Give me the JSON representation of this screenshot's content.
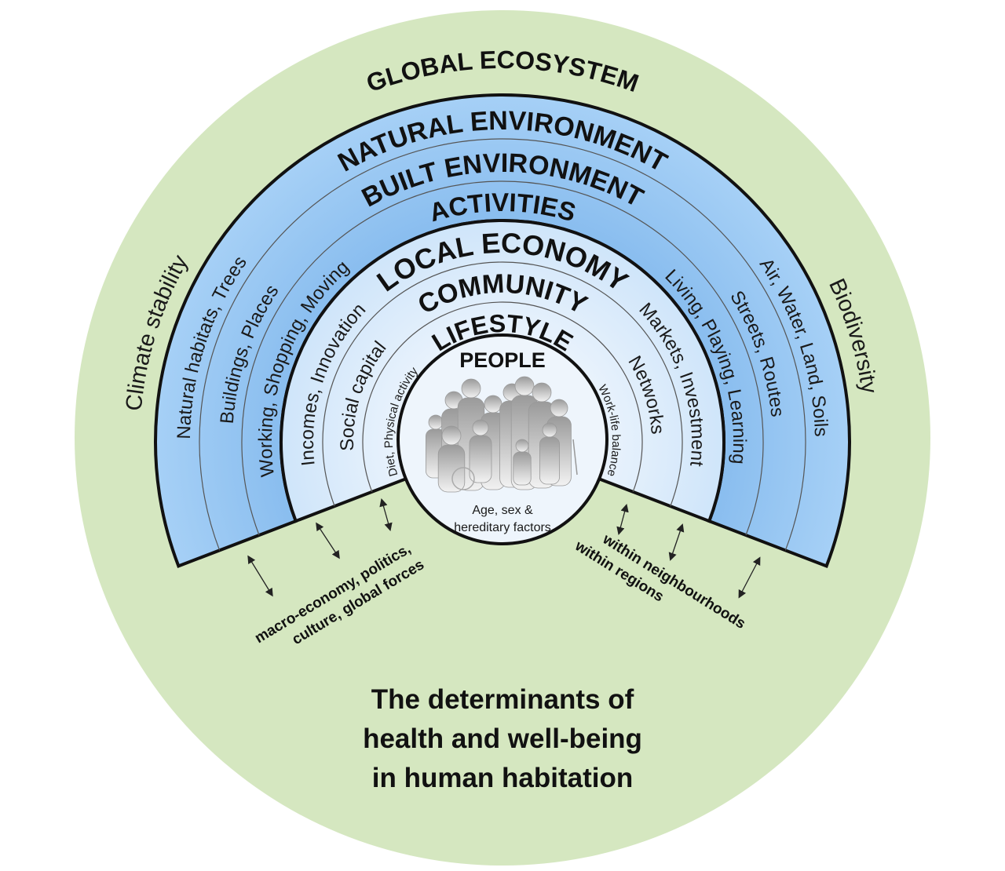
{
  "global_label": "GLOBAL ECOSYSTEM",
  "sides": {
    "left": "Climate stability",
    "right": "Biodiversity"
  },
  "bands": [
    {
      "heading": "NATURAL ENVIRONMENT",
      "left": "Natural habitats, Trees",
      "right": "Air, Water, Land, Soils"
    },
    {
      "heading": "BUILT ENVIRONMENT",
      "left": "Buildings, Places",
      "right": "Streets, Routes"
    },
    {
      "heading": "ACTIVITIES",
      "left": "Working, Shopping, Moving",
      "right": "Living, Playing, Learning"
    },
    {
      "heading": "LOCAL ECONOMY",
      "left": "Incomes, Innovation",
      "right": "Markets, Investment"
    },
    {
      "heading": "COMMUNITY",
      "left": "Social capital",
      "right": "Networks"
    },
    {
      "heading": "LIFESTYLE",
      "left": "Diet, Physical activity",
      "right": "Work-life balance"
    }
  ],
  "people": {
    "heading": "PEOPLE",
    "lines": [
      "Age, sex &",
      "hereditary factors"
    ]
  },
  "scales": {
    "left": [
      "macro-economy, politics,",
      "culture, global forces"
    ],
    "right": [
      "within neighbourhoods",
      "within regions"
    ]
  },
  "title": {
    "lines": [
      "The determinants of",
      "health and well-being",
      "in human habitation"
    ]
  },
  "colors": {
    "ecosystem_green": "#d5e7c0",
    "outer_blue": "#93c4f0",
    "inner_light_blue": "#dcecfb",
    "people_circle": "#eef5fc",
    "outline": "#111111"
  }
}
